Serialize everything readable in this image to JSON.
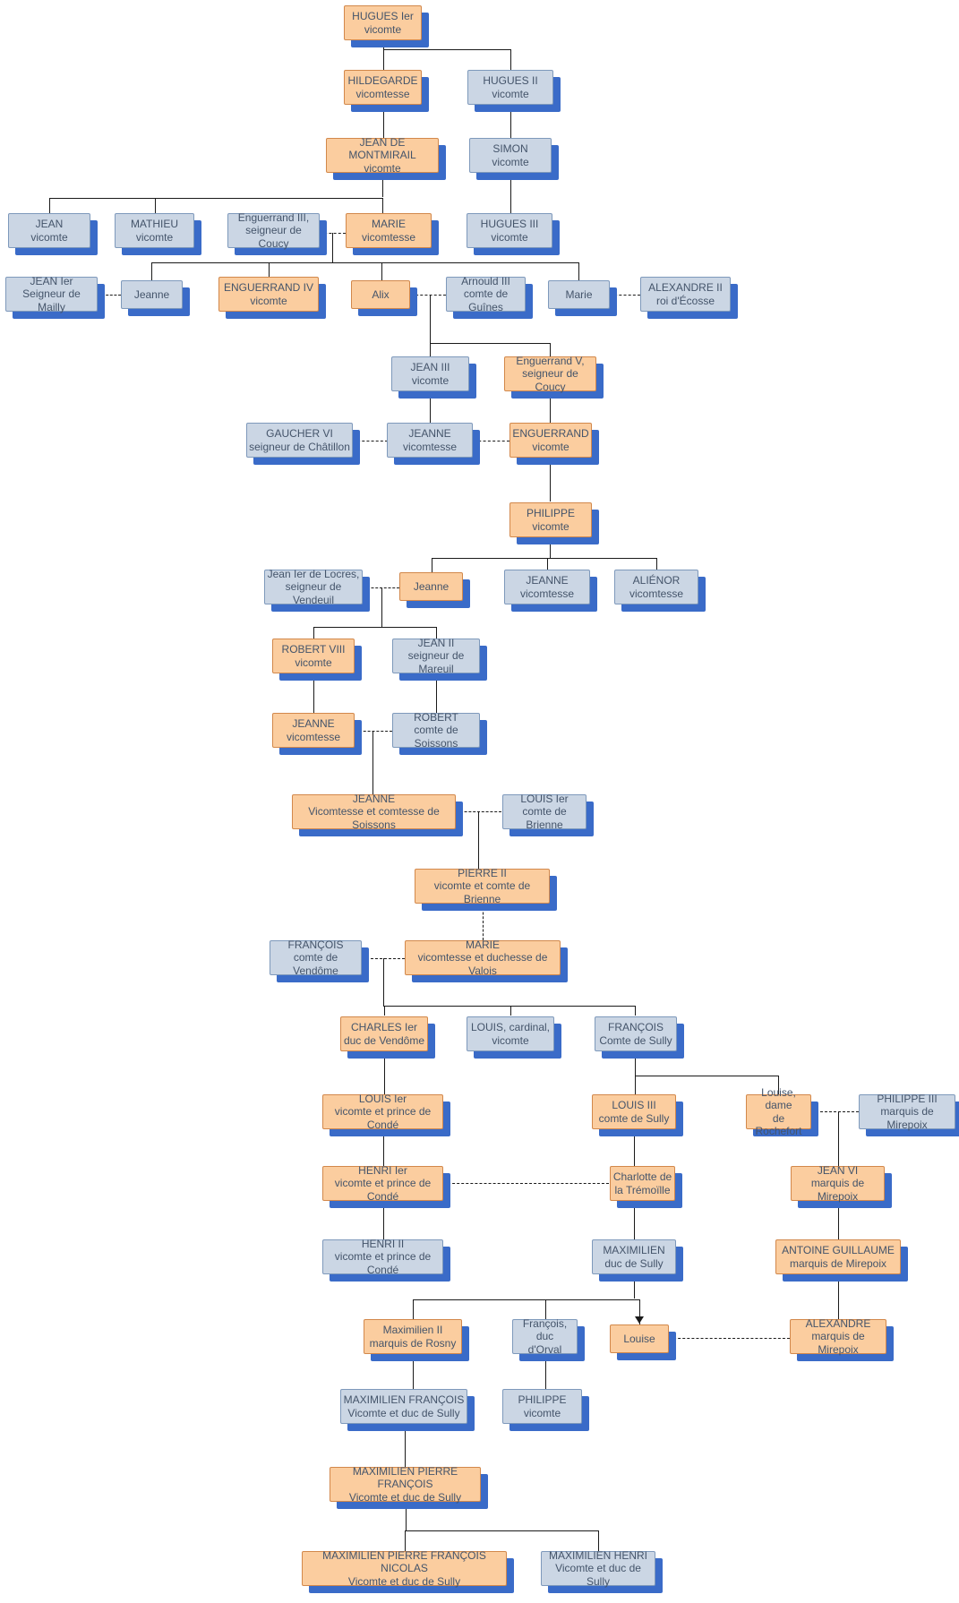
{
  "diagram": {
    "kind": "genealogy-tree",
    "palette": {
      "main_fill": "#FBCD9F",
      "main_border": "#D2884B",
      "other_fill": "#CBD6E4",
      "other_border": "#7E99BB",
      "shadow": "#3A6BC8",
      "line": "#1A1A1A",
      "text": "#44546A",
      "background": "#FFFFFF"
    },
    "nodes": [
      {
        "id": "hugues1",
        "name": "HUGUES Ier",
        "title": "vicomte",
        "variant": "main"
      },
      {
        "id": "hildegarde",
        "name": "HILDEGARDE",
        "title": "vicomtesse",
        "variant": "main"
      },
      {
        "id": "hugues2",
        "name": "HUGUES II",
        "title": "vicomte",
        "variant": "other"
      },
      {
        "id": "jean_montmirail",
        "name": "JEAN DE MONTMIRAIL",
        "title": "vicomte",
        "variant": "main"
      },
      {
        "id": "simon",
        "name": "SIMON",
        "title": "vicomte",
        "variant": "other"
      },
      {
        "id": "jean_v",
        "name": "JEAN",
        "title": "vicomte",
        "variant": "other"
      },
      {
        "id": "mathieu",
        "name": "MATHIEU",
        "title": "vicomte",
        "variant": "other"
      },
      {
        "id": "enguerrand3",
        "name": "Enguerrand III,",
        "title": "seigneur de Coucy",
        "variant": "other"
      },
      {
        "id": "marie_v",
        "name": "MARIE",
        "title": "vicomtesse",
        "variant": "main"
      },
      {
        "id": "hugues3",
        "name": "HUGUES III",
        "title": "vicomte",
        "variant": "other"
      },
      {
        "id": "jean_mailly",
        "name": "JEAN Ier",
        "title": "Seigneur de Mailly",
        "variant": "other"
      },
      {
        "id": "jeanne1",
        "name": "Jeanne",
        "title": "",
        "variant": "other"
      },
      {
        "id": "enguerrand4",
        "name": "ENGUERRAND IV",
        "title": "vicomte",
        "variant": "main"
      },
      {
        "id": "alix",
        "name": "Alix",
        "title": "",
        "variant": "main"
      },
      {
        "id": "arnould3",
        "name": "Arnould III",
        "title": "comte de Guînes",
        "variant": "other"
      },
      {
        "id": "marie2",
        "name": "Marie",
        "title": "",
        "variant": "other"
      },
      {
        "id": "alexandre2",
        "name": "ALEXANDRE II",
        "title": "roi d'Écosse",
        "variant": "other"
      },
      {
        "id": "jean3",
        "name": "JEAN III",
        "title": "vicomte",
        "variant": "other"
      },
      {
        "id": "enguerrand5",
        "name": "Enguerrand V,",
        "title": "seigneur de Coucy",
        "variant": "main"
      },
      {
        "id": "gaucher6",
        "name": "GAUCHER VI",
        "title": "seigneur de Châtillon",
        "variant": "other"
      },
      {
        "id": "jeanne_v1",
        "name": "JEANNE",
        "title": "vicomtesse",
        "variant": "other"
      },
      {
        "id": "enguerrand_v",
        "name": "ENGUERRAND",
        "title": "vicomte",
        "variant": "main"
      },
      {
        "id": "philippe1",
        "name": "PHILIPPE",
        "title": "vicomte",
        "variant": "main"
      },
      {
        "id": "jean_locres",
        "name": "Jean Ier de Locres,",
        "title": "seigneur de Vendeuil",
        "variant": "other"
      },
      {
        "id": "jeanne2",
        "name": "Jeanne",
        "title": "",
        "variant": "main"
      },
      {
        "id": "jeanne_v2",
        "name": "JEANNE",
        "title": "vicomtesse",
        "variant": "other"
      },
      {
        "id": "alienor",
        "name": "ALIÉNOR",
        "title": "vicomtesse",
        "variant": "other"
      },
      {
        "id": "robert8",
        "name": "ROBERT VIII",
        "title": "vicomte",
        "variant": "main"
      },
      {
        "id": "jean2_mareuil",
        "name": "JEAN II",
        "title": "seigneur de Mareuil",
        "variant": "other"
      },
      {
        "id": "jeanne_v3",
        "name": "JEANNE",
        "title": "vicomtesse",
        "variant": "main"
      },
      {
        "id": "robert_soissons",
        "name": "ROBERT",
        "title": "comte de Soissons",
        "variant": "other"
      },
      {
        "id": "jeanne_big",
        "name": "JEANNE",
        "title": "Vicomtesse et comtesse de Soissons",
        "variant": "main"
      },
      {
        "id": "louis1_brienne",
        "name": "LOUIS Ier",
        "title": "comte de Brienne",
        "variant": "other"
      },
      {
        "id": "pierre2",
        "name": "PIERRE II",
        "title": "vicomte et comte de Brienne",
        "variant": "main"
      },
      {
        "id": "francois_vendome",
        "name": "FRANÇOIS",
        "title": "comte de Vendôme",
        "variant": "other"
      },
      {
        "id": "marie_valois",
        "name": "MARIE",
        "title": "vicomtesse et duchesse de Valois",
        "variant": "main"
      },
      {
        "id": "charles1",
        "name": "CHARLES Ier",
        "title": "duc de Vendôme",
        "variant": "main"
      },
      {
        "id": "louis_cardinal",
        "name": "LOUIS, cardinal,",
        "title": "vicomte",
        "variant": "other"
      },
      {
        "id": "francois_sully",
        "name": "FRANÇOIS",
        "title": "Comte de Sully",
        "variant": "other"
      },
      {
        "id": "louis1_conde",
        "name": "LOUIS Ier",
        "title": "vicomte et prince de Condé",
        "variant": "main"
      },
      {
        "id": "louis3_sully",
        "name": "LOUIS III",
        "title": "comte de Sully",
        "variant": "main"
      },
      {
        "id": "louise_rochefort",
        "name": "Louise, dame",
        "title": "de Rochefort",
        "variant": "main"
      },
      {
        "id": "philippe3",
        "name": "PHILIPPE III",
        "title": "marquis de Mirepoix",
        "variant": "other"
      },
      {
        "id": "henri1",
        "name": "HENRI Ier",
        "title": "vicomte et prince de Condé",
        "variant": "main"
      },
      {
        "id": "charlotte",
        "name": "Charlotte de",
        "title": "la Trémoïlle",
        "variant": "main"
      },
      {
        "id": "jean6",
        "name": "JEAN VI",
        "title": "marquis de Mirepoix",
        "variant": "main"
      },
      {
        "id": "henri2",
        "name": "HENRI II",
        "title": "vicomte et prince de Condé",
        "variant": "other"
      },
      {
        "id": "maximilien_sully",
        "name": "MAXIMILIEN",
        "title": "duc de Sully",
        "variant": "other"
      },
      {
        "id": "antoine_guillaume",
        "name": "ANTOINE GUILLAUME",
        "title": "marquis de Mirepoix",
        "variant": "main"
      },
      {
        "id": "maximilien2_rosny",
        "name": "Maximilien II",
        "title": "marquis de Rosny",
        "variant": "main"
      },
      {
        "id": "francois_orval",
        "name": "François, duc",
        "title": "d'Orval",
        "variant": "other"
      },
      {
        "id": "louise",
        "name": "Louise",
        "title": "",
        "variant": "main"
      },
      {
        "id": "alexandre_mirepoix",
        "name": "ALEXANDRE",
        "title": "marquis de Mirepoix",
        "variant": "main"
      },
      {
        "id": "maximilien_francois",
        "name": "MAXIMILIEN FRANÇOIS",
        "title": "Vicomte et duc de Sully",
        "variant": "other"
      },
      {
        "id": "philippe2",
        "name": "PHILIPPE",
        "title": "vicomte",
        "variant": "other"
      },
      {
        "id": "mpf",
        "name": "MAXIMILIEN PIERRE FRANÇOIS",
        "title": "Vicomte et duc de Sully",
        "variant": "main"
      },
      {
        "id": "mpfn",
        "name": "MAXIMILIEN PIERRE FRANÇOIS NICOLAS",
        "title": "Vicomte et duc de Sully",
        "variant": "main"
      },
      {
        "id": "maximilien_henri",
        "name": "MAXIMILIEN HENRI",
        "title": "Vicomte et duc de Sully",
        "variant": "other"
      }
    ],
    "relations": {
      "marriages": [
        [
          "enguerrand3",
          "marie_v"
        ],
        [
          "jean_mailly",
          "jeanne1"
        ],
        [
          "alix",
          "arnould3"
        ],
        [
          "marie2",
          "alexandre2"
        ],
        [
          "gaucher6",
          "jeanne_v1"
        ],
        [
          "jeanne_v1",
          "enguerrand_v"
        ],
        [
          "jean_locres",
          "jeanne2"
        ],
        [
          "jeanne_v3",
          "robert_soissons"
        ],
        [
          "jeanne_big",
          "louis1_brienne"
        ],
        [
          "francois_vendome",
          "marie_valois"
        ],
        [
          "louise_rochefort",
          "philippe3"
        ],
        [
          "henri1",
          "charlotte"
        ],
        [
          "louise",
          "alexandre_mirepoix"
        ]
      ],
      "descents": [
        {
          "from": "hugues1",
          "to": [
            "hildegarde",
            "hugues2"
          ]
        },
        {
          "from": "hildegarde",
          "to": [
            "jean_montmirail"
          ]
        },
        {
          "from": "hugues2",
          "to": [
            "simon"
          ]
        },
        {
          "from": "jean_montmirail",
          "to": [
            "jean_v",
            "mathieu",
            "marie_v"
          ]
        },
        {
          "from": "simon",
          "to": [
            "hugues3"
          ]
        },
        {
          "from": "enguerrand3+marie_v",
          "to": [
            "jeanne1",
            "enguerrand4",
            "alix",
            "marie2"
          ]
        },
        {
          "from": "alix+arnould3",
          "to": [
            "jean3",
            "enguerrand5"
          ]
        },
        {
          "from": "jean3",
          "to": [
            "jeanne_v1"
          ]
        },
        {
          "from": "enguerrand5",
          "to": [
            "enguerrand_v"
          ]
        },
        {
          "from": "enguerrand_v",
          "to": [
            "philippe1"
          ]
        },
        {
          "from": "philippe1",
          "to": [
            "jeanne2",
            "jeanne_v2",
            "alienor"
          ]
        },
        {
          "from": "jean_locres+jeanne2",
          "to": [
            "robert8",
            "jean2_mareuil"
          ]
        },
        {
          "from": "robert8",
          "to": [
            "jeanne_v3"
          ]
        },
        {
          "from": "jean2_mareuil",
          "to": [
            "robert_soissons"
          ]
        },
        {
          "from": "jeanne_v3+robert_soissons",
          "to": [
            "jeanne_big"
          ]
        },
        {
          "from": "jeanne_big+louis1_brienne",
          "to": [
            "pierre2"
          ]
        },
        {
          "from": "pierre2",
          "to": [
            "marie_valois"
          ]
        },
        {
          "from": "francois_vendome+marie_valois",
          "to": [
            "charles1",
            "louis_cardinal",
            "francois_sully"
          ]
        },
        {
          "from": "charles1",
          "to": [
            "louis1_conde"
          ]
        },
        {
          "from": "francois_sully",
          "to": [
            "louis3_sully",
            "louise_rochefort"
          ]
        },
        {
          "from": "louis1_conde",
          "to": [
            "henri1"
          ]
        },
        {
          "from": "henri1",
          "to": [
            "henri2"
          ]
        },
        {
          "from": "louis3_sully",
          "to": [
            "maximilien_sully"
          ]
        },
        {
          "from": "louise_rochefort+philippe3",
          "to": [
            "jean6"
          ]
        },
        {
          "from": "jean6",
          "to": [
            "antoine_guillaume"
          ]
        },
        {
          "from": "antoine_guillaume",
          "to": [
            "alexandre_mirepoix"
          ]
        },
        {
          "from": "maximilien_sully",
          "to": [
            "maximilien2_rosny",
            "francois_orval",
            "louise"
          ]
        },
        {
          "from": "maximilien2_rosny",
          "to": [
            "maximilien_francois"
          ]
        },
        {
          "from": "francois_orval",
          "to": [
            "philippe2"
          ]
        },
        {
          "from": "maximilien_francois",
          "to": [
            "mpf"
          ]
        },
        {
          "from": "mpf",
          "to": [
            "mpfn",
            "maximilien_henri"
          ]
        }
      ]
    }
  }
}
